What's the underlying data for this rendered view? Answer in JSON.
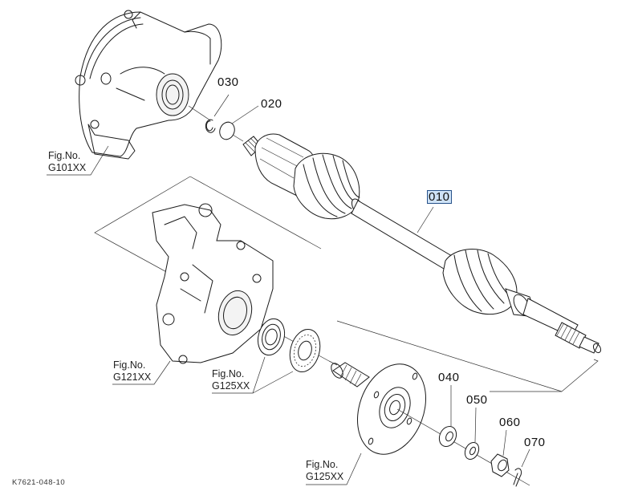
{
  "diagram": {
    "title": "Exploded parts view - front drive shaft assembly",
    "drawing_number": "K7621-048-10",
    "selected_part": "010",
    "callouts": [
      {
        "id": "010",
        "label": "010",
        "selected": true
      },
      {
        "id": "020",
        "label": "020",
        "selected": false
      },
      {
        "id": "030",
        "label": "030",
        "selected": false
      },
      {
        "id": "040",
        "label": "040",
        "selected": false
      },
      {
        "id": "050",
        "label": "050",
        "selected": false
      },
      {
        "id": "060",
        "label": "060",
        "selected": false
      },
      {
        "id": "070",
        "label": "070",
        "selected": false
      }
    ],
    "figure_refs": [
      {
        "line1": "Fig.No.",
        "line2": "G101XX"
      },
      {
        "line1": "Fig.No.",
        "line2": "G121XX"
      },
      {
        "line1": "Fig.No.",
        "line2": "G125XX"
      },
      {
        "line1": "Fig.No.",
        "line2": "G125XX"
      }
    ],
    "colors": {
      "line": "#1a1a1a",
      "highlight_fill": "#cfe3f7",
      "highlight_border": "#27528a",
      "background": "#ffffff"
    }
  }
}
